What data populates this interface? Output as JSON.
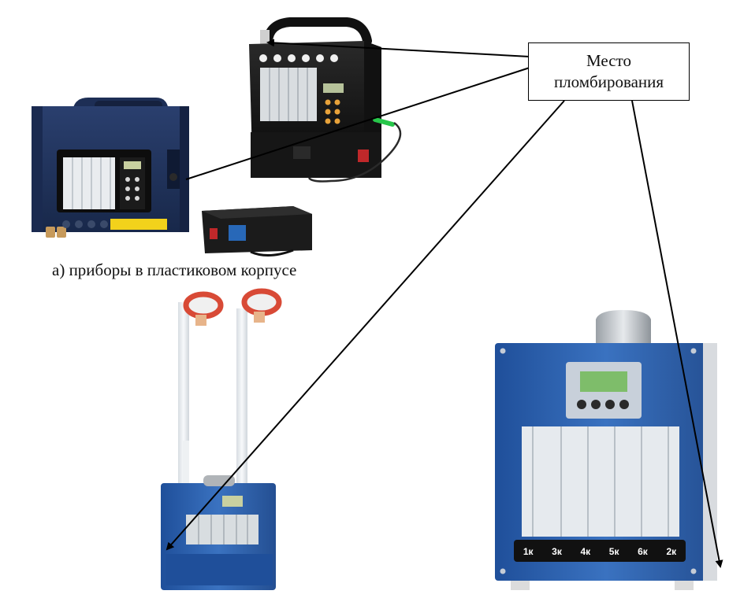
{
  "label_box": {
    "line1": "Место",
    "line2": "пломбирования"
  },
  "caption_a": "а) приборы в пластиковом корпусе",
  "device_b": {
    "channel_keys": [
      "1к",
      "3к",
      "4к",
      "5к",
      "6к",
      "2к"
    ]
  },
  "colors": {
    "blue_case": "#2f62a8",
    "dark_blue_case": "#1f3560",
    "black_case": "#1a1a1a",
    "arrow": "#000000",
    "accent_green": "#27c64a",
    "warning_yellow": "#f2d21b"
  }
}
